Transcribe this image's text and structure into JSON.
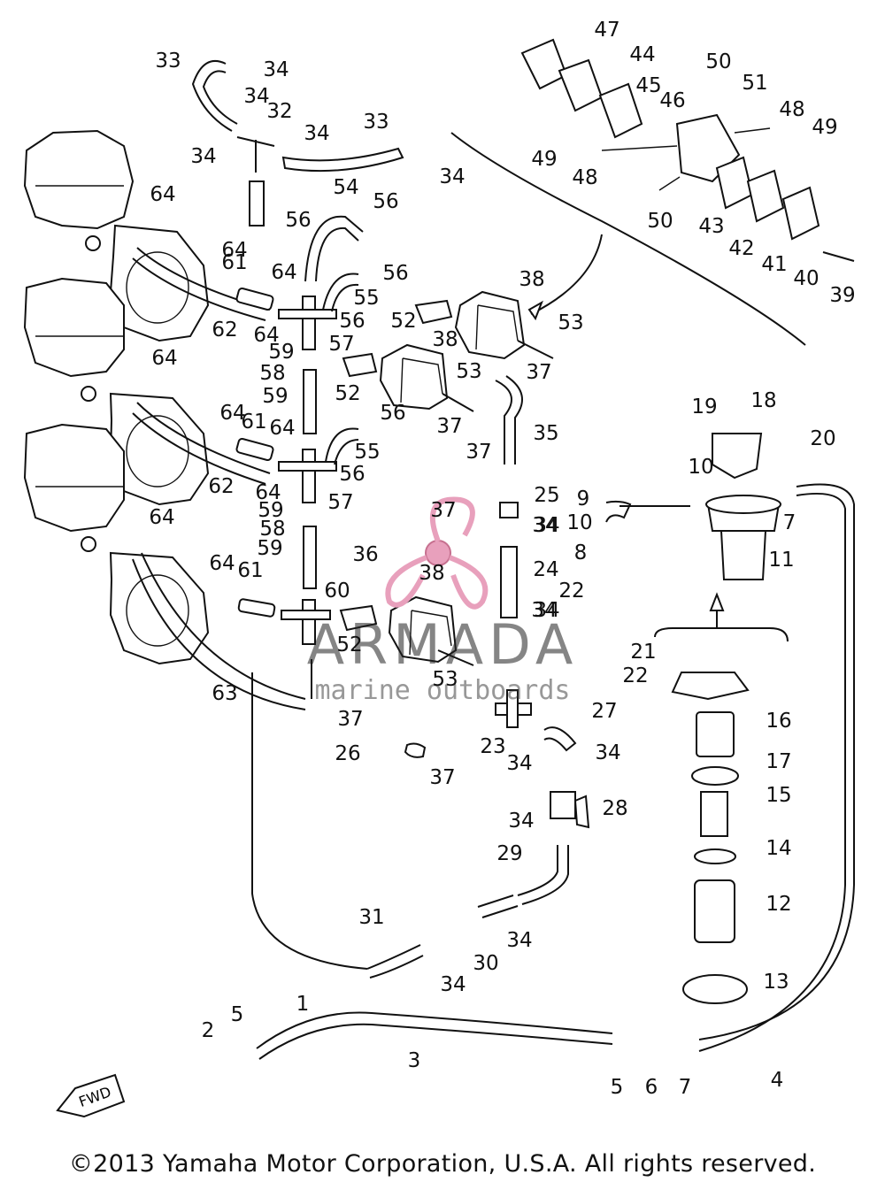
{
  "diagram": {
    "labels": [
      "1",
      "2",
      "3",
      "4",
      "5",
      "5",
      "6",
      "7",
      "7",
      "8",
      "9",
      "10",
      "10",
      "11",
      "12",
      "13",
      "14",
      "15",
      "16",
      "17",
      "18",
      "19",
      "20",
      "21",
      "22",
      "22",
      "23",
      "24",
      "25",
      "26",
      "27",
      "28",
      "29",
      "30",
      "31",
      "32",
      "33",
      "33",
      "34",
      "34",
      "34",
      "34",
      "34",
      "34",
      "34",
      "34",
      "34",
      "34",
      "34",
      "34",
      "34",
      "34",
      "35",
      "36",
      "37",
      "37",
      "37",
      "37",
      "37",
      "37",
      "38",
      "38",
      "38",
      "39",
      "40",
      "41",
      "42",
      "43",
      "44",
      "45",
      "46",
      "47",
      "48",
      "48",
      "49",
      "49",
      "50",
      "50",
      "51",
      "52",
      "52",
      "52",
      "53",
      "53",
      "53",
      "54",
      "55",
      "55",
      "56",
      "56",
      "56",
      "56",
      "56",
      "56",
      "57",
      "57",
      "58",
      "58",
      "59",
      "59",
      "59",
      "59",
      "60",
      "61",
      "61",
      "61",
      "62",
      "62",
      "63",
      "64",
      "64",
      "64",
      "64",
      "64",
      "64",
      "64",
      "64",
      "64",
      "64"
    ],
    "fwd_label": "FWD"
  },
  "watermark": {
    "brand": "ARMADA",
    "tagline": "marine outboards",
    "logo_color": "#e8a0bc"
  },
  "footer": {
    "copyright": "©2013 Yamaha Motor Corporation, U.S.A. All rights reserved."
  }
}
